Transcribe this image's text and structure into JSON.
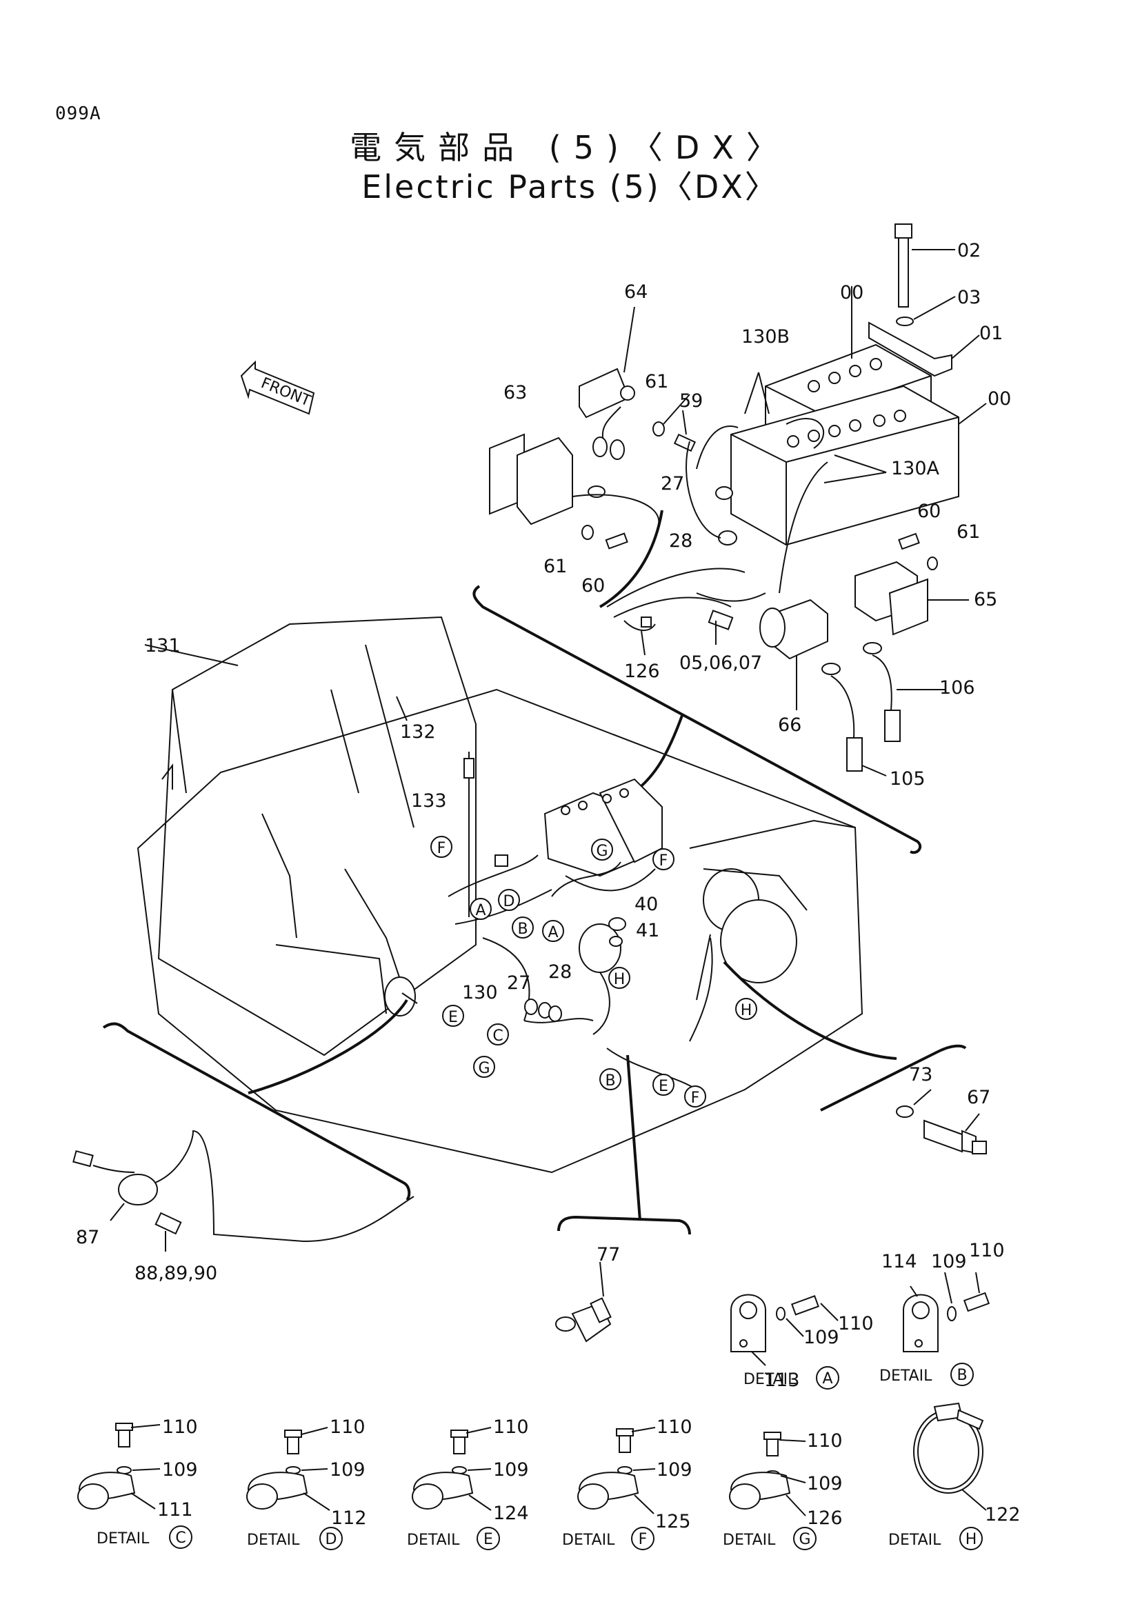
{
  "header": {
    "page_code": "099A",
    "title_jp": "電気部品 (5)〈DX〉",
    "title_en": "Electric Parts (5)〈DX〉"
  },
  "front_label": "FRONT",
  "callouts": {
    "c02": "02",
    "c03": "03",
    "c01": "01",
    "c00a": "00",
    "c00b": "00",
    "c64": "64",
    "c130b": "130B",
    "c63": "63",
    "c61a": "61",
    "c59": "59",
    "c130a": "130A",
    "c27a": "27",
    "c28a": "28",
    "c60a": "60",
    "c61b": "61",
    "c61c": "61",
    "c60b": "60",
    "c65": "65",
    "c126": "126",
    "c050607": "05,06,07",
    "c106": "106",
    "c66": "66",
    "c105": "105",
    "c131": "131",
    "c132": "132",
    "c133": "133",
    "c40": "40",
    "c41": "41",
    "c27b": "27",
    "c28b": "28",
    "c130": "130",
    "c73": "73",
    "c67": "67",
    "c87": "87",
    "c888990": "88,89,90",
    "c77": "77",
    "c114": "114",
    "c109a": "109",
    "c110a": "110",
    "c113": "113",
    "c109b": "109",
    "c110b": "110",
    "c110c": "110",
    "c109c": "109",
    "c111": "111",
    "c110d": "110",
    "c109d": "109",
    "c112": "112",
    "c110e": "110",
    "c109e": "109",
    "c124": "124",
    "c110f": "110",
    "c109f": "109",
    "c125": "125",
    "c110g": "110",
    "c109g": "109",
    "c126b": "126",
    "c122": "122"
  },
  "markers": {
    "F1": "F",
    "A1": "A",
    "D1": "D",
    "G1": "G",
    "F2": "F",
    "B1": "B",
    "A2": "A",
    "H1": "H",
    "E1": "E",
    "C1": "C",
    "G2": "G",
    "B2": "B",
    "E2": "E",
    "F3": "F",
    "H2": "H"
  },
  "details": {
    "word": "DETAIL",
    "A": "A",
    "B": "B",
    "C": "C",
    "D": "D",
    "E": "E",
    "F": "F",
    "G": "G",
    "H": "H"
  }
}
